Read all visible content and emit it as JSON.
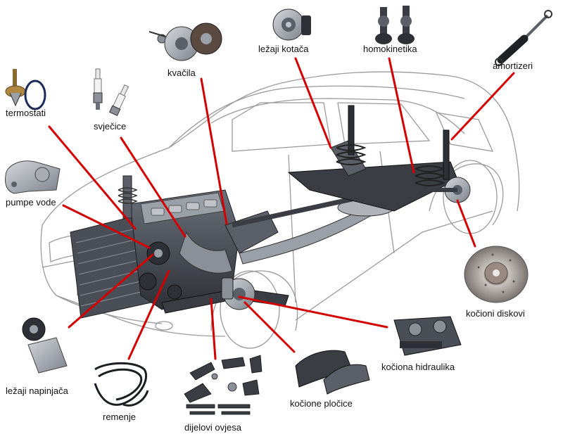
{
  "labels": {
    "kvacila": "kvačila",
    "lezaji_kotaca": "ležaji kotača",
    "homokinetika": "homokinetika",
    "amortizeri": "amortizeri",
    "termostati": "termostati",
    "svjecice": "svječice",
    "pumpe_vode": "pumpe vode",
    "kocioni_diskovi": "kočioni diskovi",
    "kociona_hidraulika": "kočiona hidraulika",
    "kocione_plocice": "kočione pločice",
    "lezaji_napinjaca": "ležaji napinjača",
    "remenje": "remenje",
    "dijelovi_ovjesa": "dijelovi ovjesa"
  },
  "colors": {
    "callout_line": "#d40000",
    "car_outline": "#9a9a9a",
    "engine_dark": "#3a3d44",
    "metal": "#8a8f98",
    "label_text": "#111111"
  },
  "icons": {
    "car": "car-chassis-icon",
    "clutch": "clutch-icon",
    "wheel_bearing": "wheel-bearing-icon",
    "cv_joint": "cv-joint-icon",
    "shock_absorber": "shock-absorber-icon",
    "thermostat": "thermostat-icon",
    "spark_plug": "spark-plug-icon",
    "water_pump": "water-pump-icon",
    "brake_disc": "brake-disc-icon",
    "brake_caliper": "brake-caliper-icon",
    "brake_pad": "brake-pad-icon",
    "tensioner": "tensioner-bearing-icon",
    "belt": "belt-icon",
    "suspension_parts": "suspension-parts-icon"
  }
}
